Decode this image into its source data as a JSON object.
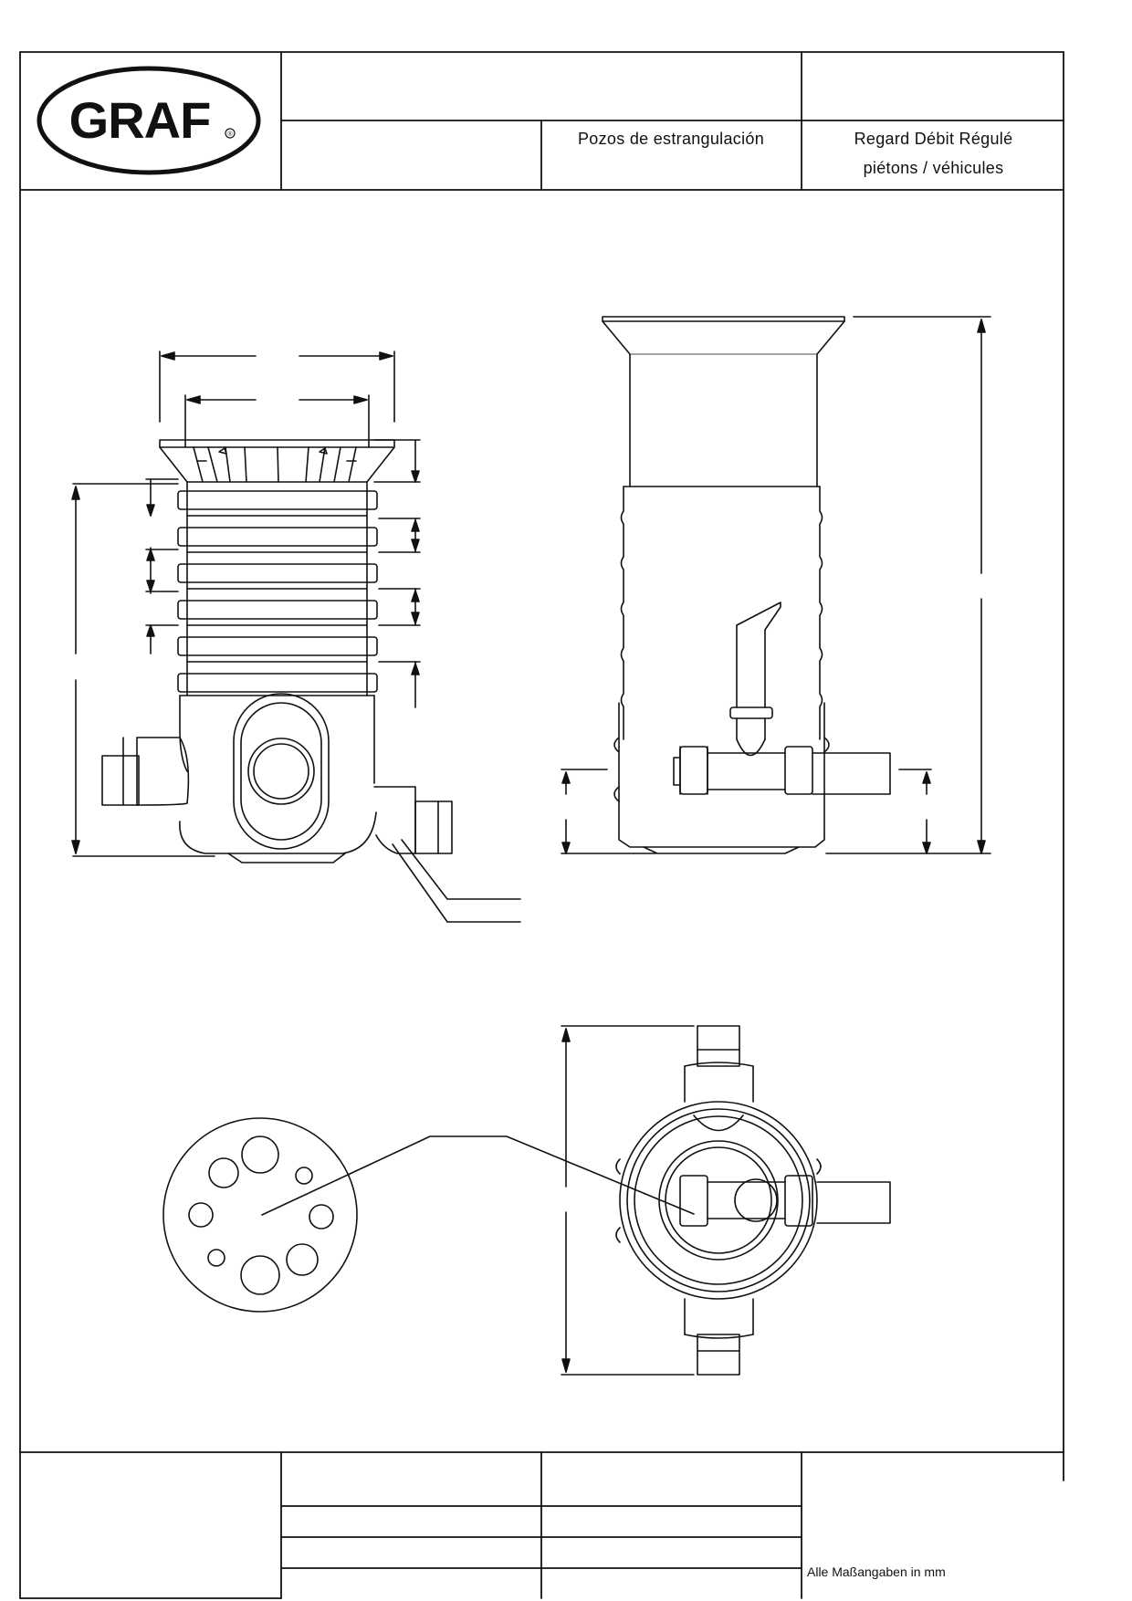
{
  "logo": {
    "text": "GRAF",
    "registered_mark": "®"
  },
  "header": {
    "title_es": "Pozos de estrangulación",
    "title_fr_line1": "Regard Débit Régulé",
    "title_fr_line2": "piétons / véhicules"
  },
  "footer": {
    "note": "Alle Maßangaben in mm"
  },
  "colors": {
    "line": "#111111",
    "background": "#ffffff"
  }
}
